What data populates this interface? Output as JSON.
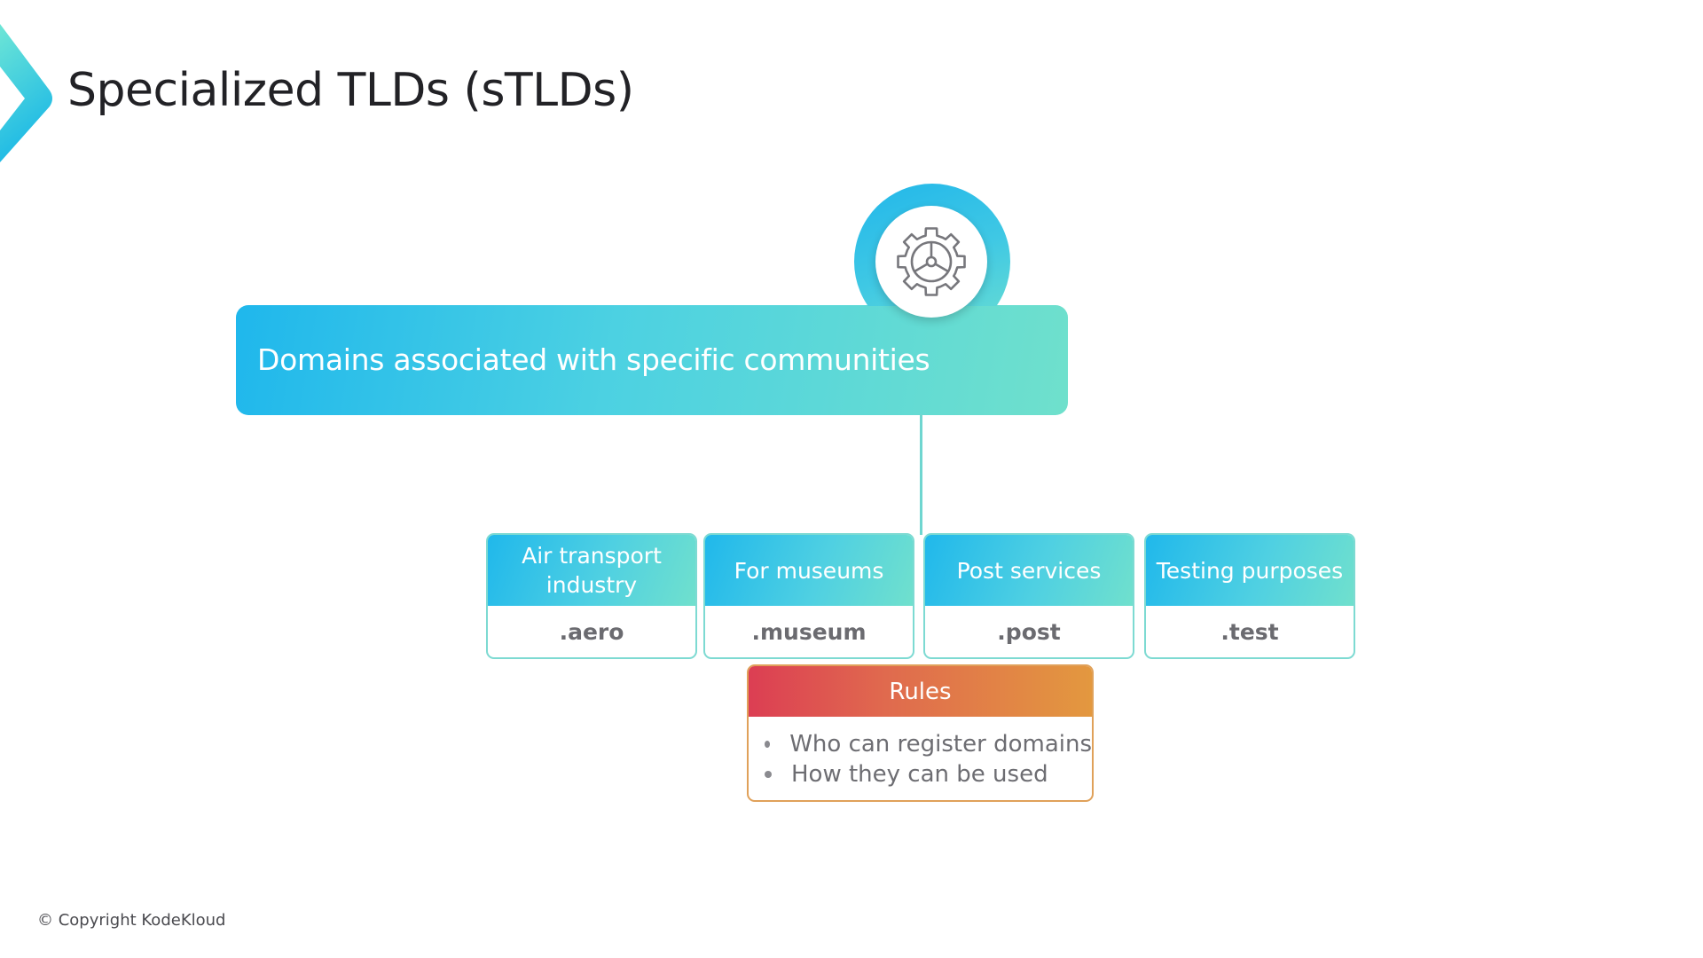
{
  "slide": {
    "title": "Specialized TLDs (sTLDs)",
    "logo_icon": "chevron-right-icon",
    "banner": {
      "text": "Domains associated with specific communities",
      "icon": "gear-icon"
    },
    "categories": [
      {
        "label": "Air transport industry",
        "tld": ".aero"
      },
      {
        "label": "For museums",
        "tld": ".museum"
      },
      {
        "label": "Post services",
        "tld": ".post"
      },
      {
        "label": "Testing purposes",
        "tld": ".test"
      }
    ],
    "rules": {
      "title": "Rules",
      "items": [
        "Who can register domains",
        "How they can be used"
      ]
    },
    "footer": "© Copyright KodeKloud"
  },
  "colors": {
    "accent_start": "#1fb7ec",
    "accent_end": "#6fe0cc",
    "rules_start": "#dc3e53",
    "rules_end": "#e3983f",
    "title_text": "#222226",
    "body_text": "#6d6d72"
  }
}
